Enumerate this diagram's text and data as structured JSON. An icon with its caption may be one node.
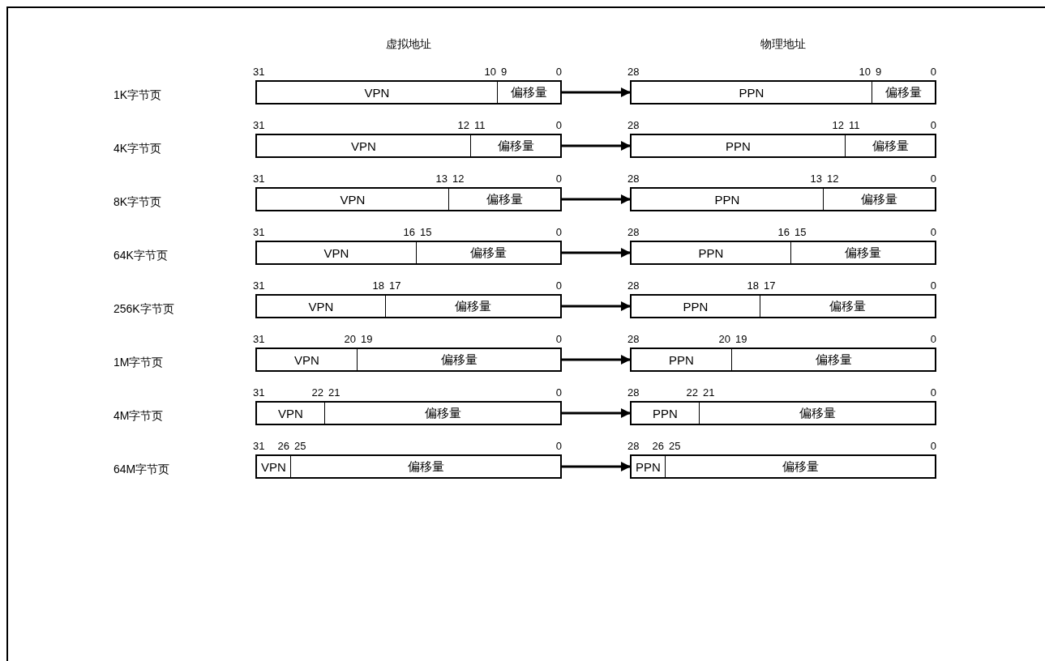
{
  "diagram": {
    "nodes": [
      {
        "text": [],
        "shape": "box"
      },
      {
        "text": [
          "VPN"
        ],
        "in": 0
      },
      {
        "text": [
          "偏移量"
        ],
        "in": 0
      },
      {
        "text": [],
        "shape": "box"
      },
      {
        "text": [
          "PPN"
        ],
        "in": 3
      },
      {
        "text": [
          "偏移量"
        ],
        "in": 3
      },
      {
        "text": [],
        "shape": "box"
      },
      {
        "text": [
          "VPN"
        ],
        "in": 6
      },
      {
        "text": [
          "偏移量"
        ],
        "in": 6
      },
      {
        "text": [],
        "shape": "box"
      },
      {
        "text": [
          "PPN"
        ],
        "in": 9
      },
      {
        "text": [
          "偏移量"
        ],
        "in": 9
      },
      {
        "text": [],
        "shape": "box"
      },
      {
        "text": [
          "VPN"
        ],
        "in": 12
      },
      {
        "text": [
          "偏移量"
        ],
        "in": 12
      },
      {
        "text": [],
        "shape": "box"
      },
      {
        "text": [
          "PPN"
        ],
        "in": 15
      },
      {
        "text": [
          "偏移量"
        ],
        "in": 15
      },
      {
        "text": [],
        "shape": "box"
      },
      {
        "text": [
          "VPN"
        ],
        "in": 18
      },
      {
        "text": [
          "偏移量"
        ],
        "in": 18
      },
      {
        "text": [],
        "shape": "box"
      },
      {
        "text": [
          "PPN"
        ],
        "in": 21
      },
      {
        "text": [
          "偏移量"
        ],
        "in": 21
      },
      {
        "text": [],
        "shape": "box"
      },
      {
        "text": [
          "VPN"
        ],
        "in": 24
      },
      {
        "text": [
          "偏移量"
        ],
        "in": 24
      },
      {
        "text": [],
        "shape": "box"
      },
      {
        "text": [
          "PPN"
        ],
        "in": 27
      },
      {
        "text": [
          "偏移量"
        ],
        "in": 27
      },
      {
        "text": [],
        "shape": "box"
      },
      {
        "text": [
          "VPN"
        ],
        "in": 30
      },
      {
        "text": [
          "偏移量"
        ],
        "in": 30
      },
      {
        "text": [],
        "shape": "box"
      },
      {
        "text": [
          "PPN"
        ],
        "in": 33
      },
      {
        "text": [
          "偏移量"
        ],
        "in": 33
      },
      {
        "text": [],
        "shape": "box"
      },
      {
        "text": [
          "VPN"
        ],
        "in": 36
      },
      {
        "text": [
          "偏移量"
        ],
        "in": 36
      },
      {
        "text": [],
        "shape": "box"
      },
      {
        "text": [
          "PPN"
        ],
        "in": 39
      },
      {
        "text": [
          "偏移量"
        ],
        "in": 39
      },
      {
        "text": [],
        "shape": "box"
      },
      {
        "text": [
          "VPN"
        ],
        "in": 42
      },
      {
        "text": [
          "偏移量"
        ],
        "in": 42
      },
      {
        "text": [],
        "shape": "box"
      },
      {
        "text": [
          "PPN"
        ],
        "in": 45
      },
      {
        "text": [
          "偏移量"
        ],
        "in": 45
      }
    ],
    "edges": [
      {
        "from": 0,
        "to": 3,
        "arrow": "to"
      },
      {
        "from": 6,
        "to": 9,
        "arrow": "to"
      },
      {
        "from": 12,
        "to": 15,
        "arrow": "to"
      },
      {
        "from": 18,
        "to": 21,
        "arrow": "to"
      },
      {
        "from": 24,
        "to": 27,
        "arrow": "to"
      },
      {
        "from": 30,
        "to": 33,
        "arrow": "to"
      },
      {
        "from": 36,
        "to": 39,
        "arrow": "to"
      },
      {
        "from": 42,
        "to": 45,
        "arrow": "to"
      }
    ],
    "labels": [
      "虚拟地址",
      "物理地址",
      "31",
      "10",
      "9",
      "0",
      "28",
      "10",
      "9",
      "0",
      "1K字节页",
      "31",
      "12",
      "11",
      "0",
      "28",
      "12",
      "11",
      "0",
      "4K字节页",
      "31",
      "13",
      "12",
      "0",
      "28",
      "13",
      "12",
      "0",
      "8K字节页",
      "31",
      "16",
      "15",
      "0",
      "28",
      "16",
      "15",
      "0",
      "64K字节页",
      "31",
      "18",
      "17",
      "0",
      "28",
      "18",
      "17",
      "0",
      "256K字节页",
      "31",
      "20",
      "19",
      "0",
      "28",
      "20",
      "19",
      "0",
      "1M字节页",
      "31",
      "22",
      "21",
      "0",
      "28",
      "22",
      "21",
      "0",
      "4M字节页",
      "31",
      "26",
      "25",
      "0",
      "28",
      "26",
      "25",
      "0",
      "64M字节页"
    ]
  }
}
